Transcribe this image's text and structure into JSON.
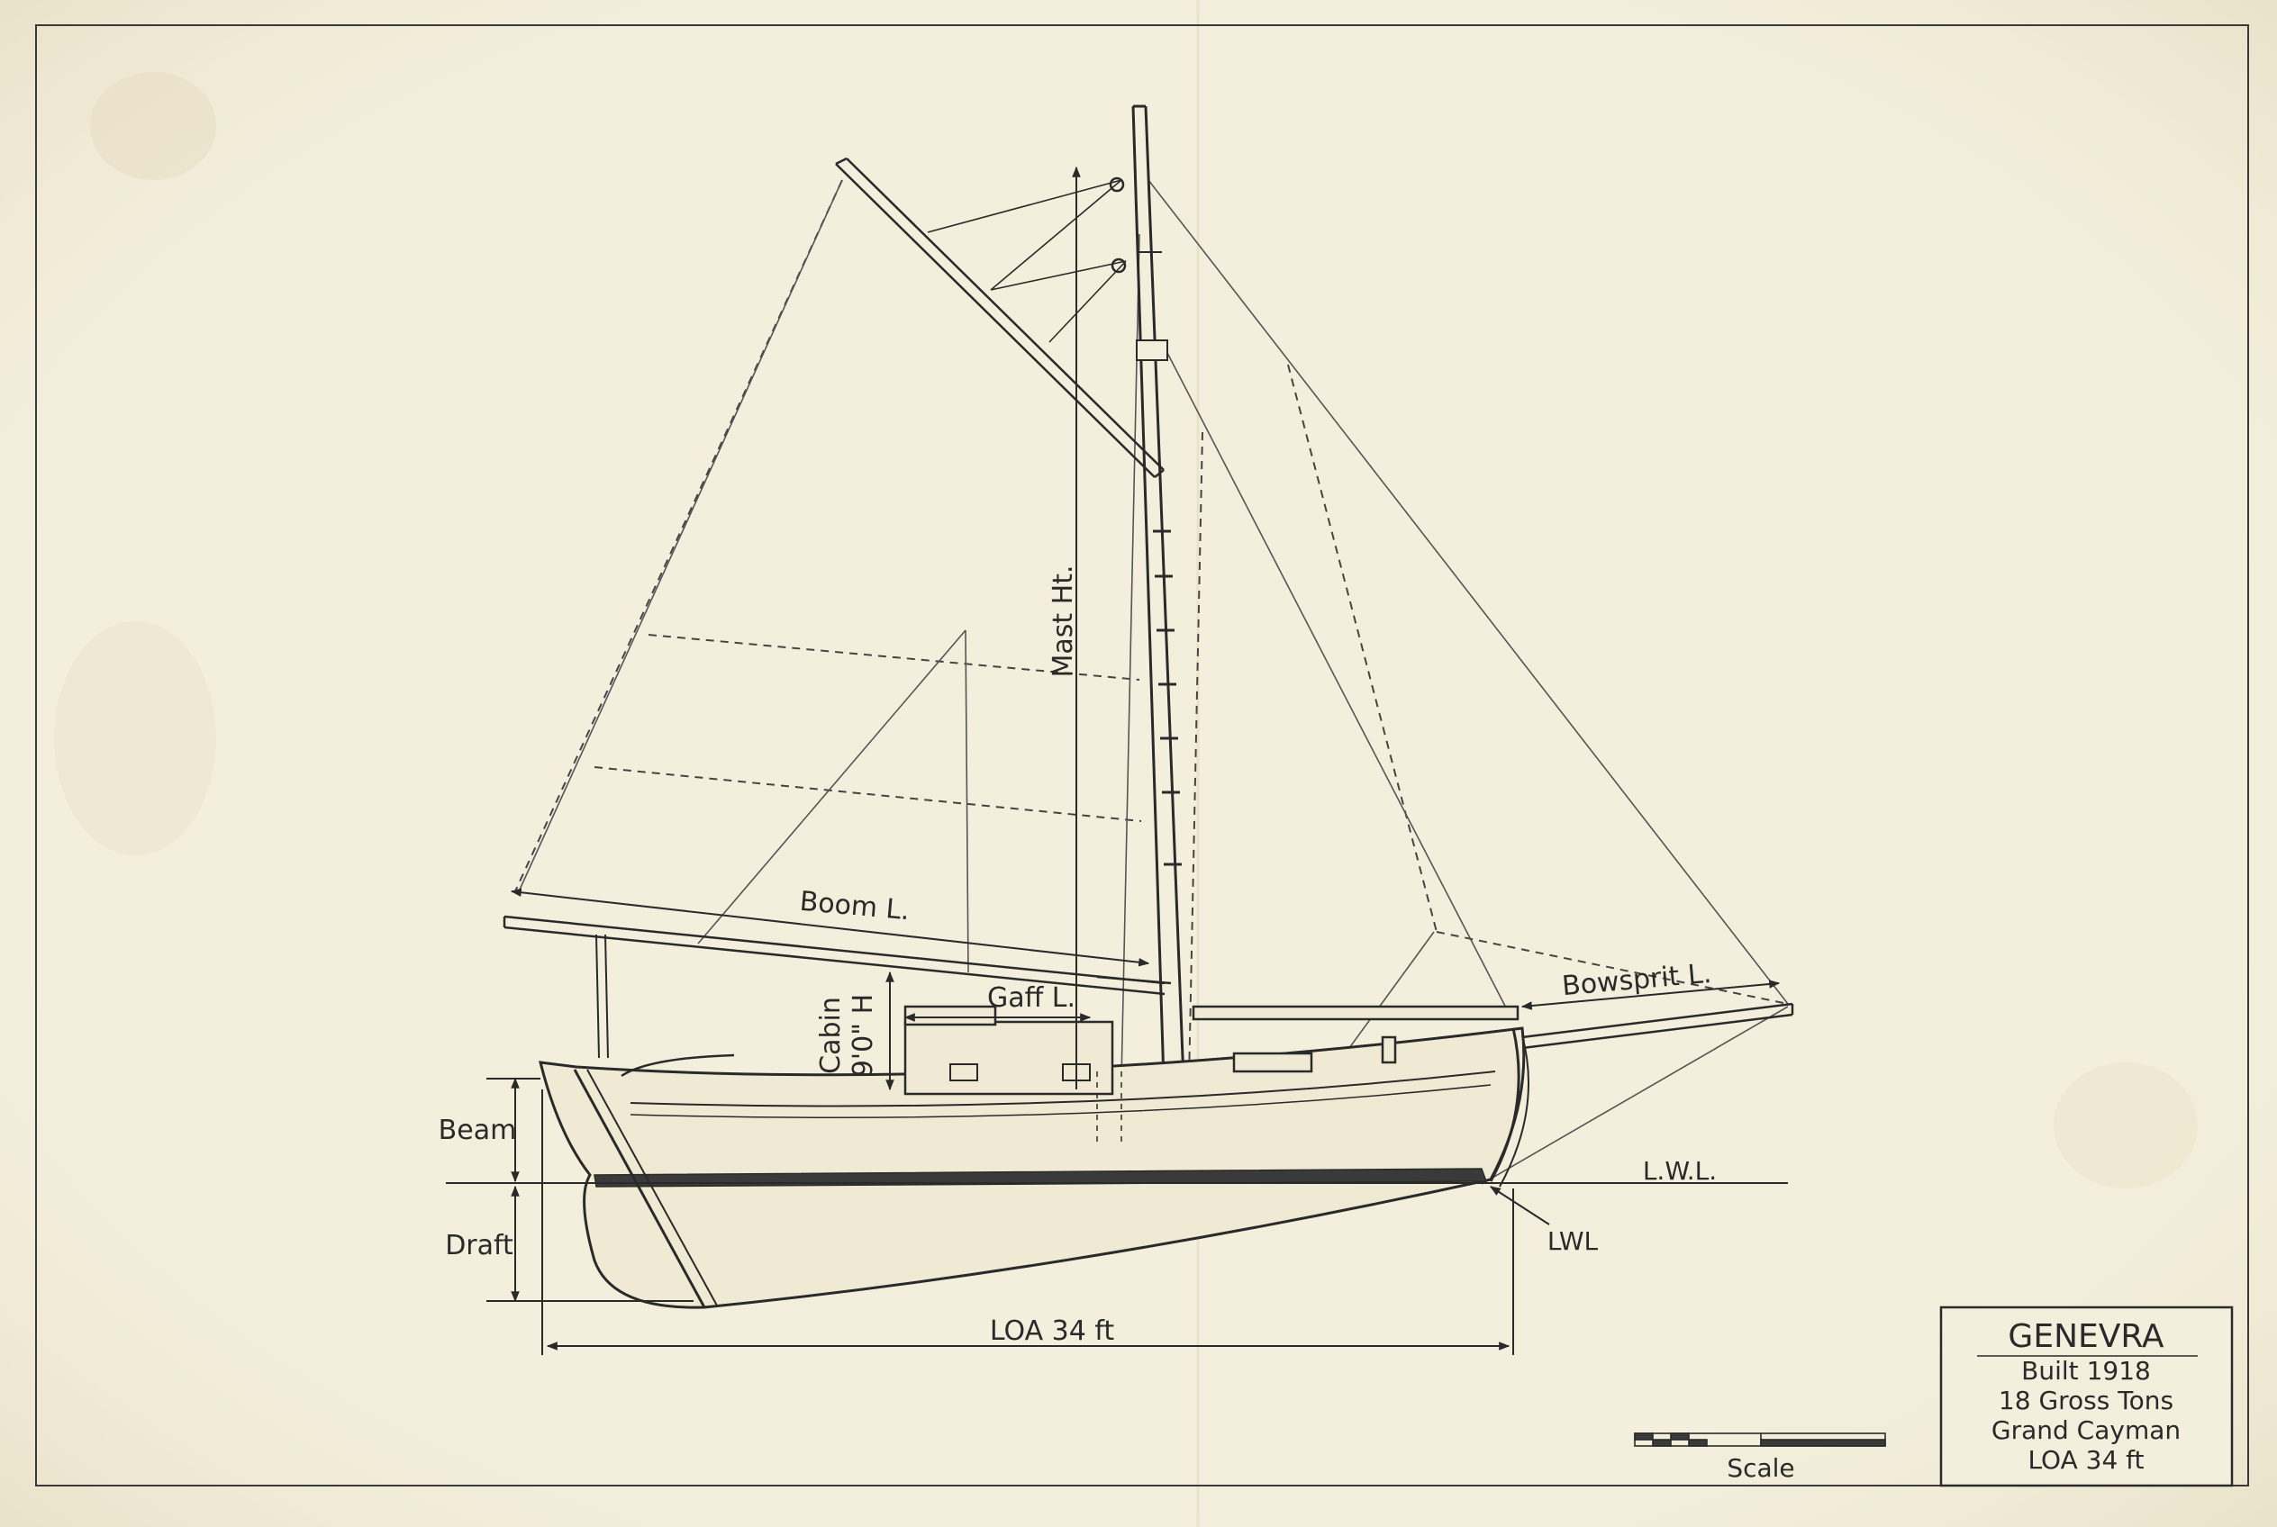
{
  "labels": {
    "mast_ht": "Mast Ht.",
    "boom_l": "Boom L.",
    "gaff_l": "Gaff L.",
    "cabin": "Cabin",
    "cabin_h": "9'0\" H",
    "bowsprit_l": "Bowsprit L.",
    "beam": "Beam",
    "draft": "Draft",
    "lwl_line": "L.W.L.",
    "lwl": "LWL",
    "loa": "LOA 34 ft",
    "scale": "Scale"
  },
  "title_block": {
    "name": "GENEVRA",
    "built": "Built 1918",
    "tons": "18 Gross Tons",
    "place": "Grand Cayman",
    "loa": "LOA 34 ft"
  },
  "colors": {
    "paper": "#f4efdd",
    "ink": "#2a2a2a",
    "stripe": "#3a3a3a"
  }
}
